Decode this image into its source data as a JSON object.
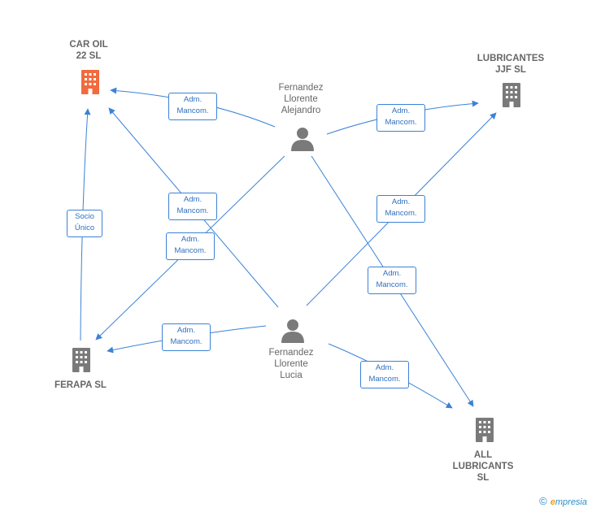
{
  "nodes": {
    "car_oil": {
      "label": "CAR OIL\n22  SL",
      "color": "#f26a3d"
    },
    "lubricantes_jjf": {
      "label": "LUBRICANTES\nJJF  SL",
      "color": "#7a7a7a"
    },
    "ferapa": {
      "label": "FERAPA SL",
      "color": "#7a7a7a"
    },
    "all_lubricants": {
      "label": "ALL\nLUBRICANTS\nSL",
      "color": "#7a7a7a"
    },
    "alejandro": {
      "label": "Fernandez\nLlorente\nAlejandro",
      "color": "#7a7a7a"
    },
    "lucia": {
      "label": "Fernandez\nLlorente\nLucia",
      "color": "#7a7a7a"
    }
  },
  "edges": {
    "socio_unico": "Socio\nÚnico",
    "adm_mancom": "Adm.\nMancom."
  },
  "colors": {
    "edge": "#3b82d6",
    "edge_text": "#2f6fc0"
  },
  "brand": {
    "copyright": "©",
    "e": "e",
    "rest": "mpresia"
  }
}
